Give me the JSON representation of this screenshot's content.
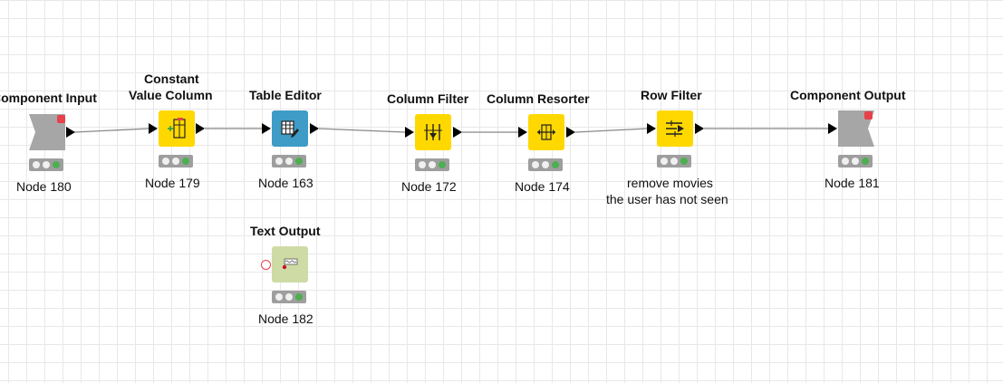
{
  "workflow": {
    "nodes": {
      "component_input": {
        "title": "Component Input",
        "label": "Node 180",
        "color": "#a6a6a6"
      },
      "constant_value_column": {
        "title_line1": "Constant",
        "title_line2": "Value Column",
        "label": "Node 179",
        "color": "#ffd800"
      },
      "table_editor": {
        "title": "Table Editor",
        "label": "Node 163",
        "color": "#3e9cc6"
      },
      "column_filter": {
        "title": "Column Filter",
        "label": "Node 172",
        "color": "#ffd800"
      },
      "column_resorter": {
        "title": "Column Resorter",
        "label": "Node 174",
        "color": "#ffd800"
      },
      "row_filter": {
        "title": "Row Filter",
        "annotation_line1": "remove movies",
        "annotation_line2": "the user has not seen",
        "color": "#ffd800"
      },
      "component_output": {
        "title": "Component Output",
        "label": "Node 181",
        "color": "#a6a6a6"
      },
      "text_output": {
        "title": "Text Output",
        "label": "Node 182",
        "color": "#cfdba5"
      }
    },
    "status_colors": {
      "inactive": "#f0f0f0",
      "executed": "#4caf50"
    },
    "icons": {
      "component_input": "component-input-icon",
      "constant_value_column": "constant-value-column-icon",
      "table_editor": "table-editor-icon",
      "column_filter": "column-filter-icon",
      "column_resorter": "column-resorter-icon",
      "row_filter": "row-filter-icon",
      "component_output": "component-output-icon",
      "text_output": "text-output-icon"
    }
  }
}
